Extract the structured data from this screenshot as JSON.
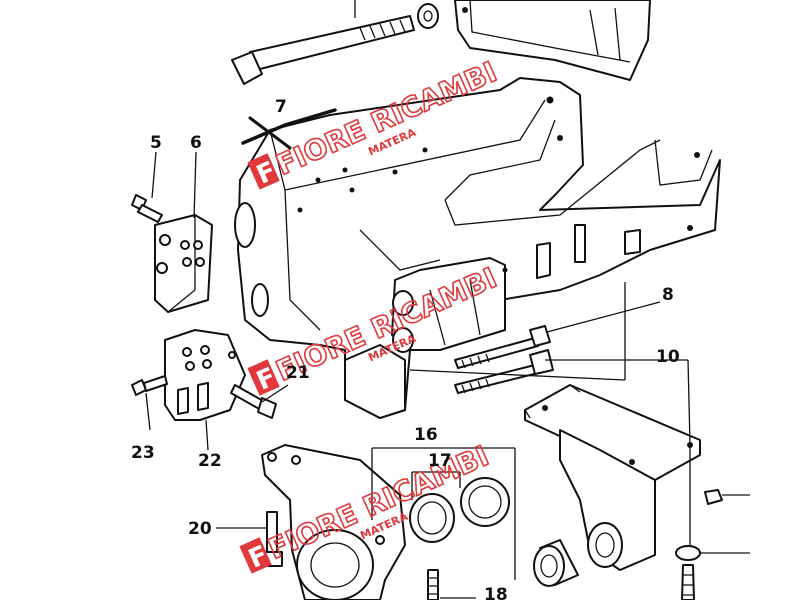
{
  "callouts": {
    "n5": "5",
    "n6": "6",
    "n7": "7",
    "n8": "8",
    "n10": "10",
    "n16": "16",
    "n17": "17",
    "n18": "18",
    "n20": "20",
    "n21": "21",
    "n22": "22",
    "n23": "23"
  },
  "watermark": {
    "brand": "FIORE RICAMBI",
    "city": "MATERA",
    "color": "#e0383b"
  },
  "icons": [
    "watermark-logo",
    "strike-mark"
  ]
}
